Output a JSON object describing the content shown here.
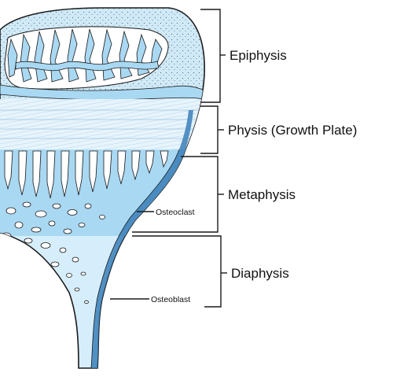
{
  "regions": [
    {
      "id": "epiphysis",
      "label": "Epiphysis"
    },
    {
      "id": "physis",
      "label": "Physis (Growth Plate)"
    },
    {
      "id": "metaphysis",
      "label": "Metaphysis"
    },
    {
      "id": "diaphysis",
      "label": "Diaphysis"
    }
  ],
  "cells": [
    {
      "id": "osteoclast",
      "label": "Osteoclast"
    },
    {
      "id": "osteoblast",
      "label": "Osteoblast"
    }
  ],
  "colors": {
    "bone_fill": "#a9d8f2",
    "bone_fill_light": "#d6eefb",
    "bone_dark": "#3a7fb8",
    "outline": "#1a1a1a",
    "background": "#ffffff"
  }
}
